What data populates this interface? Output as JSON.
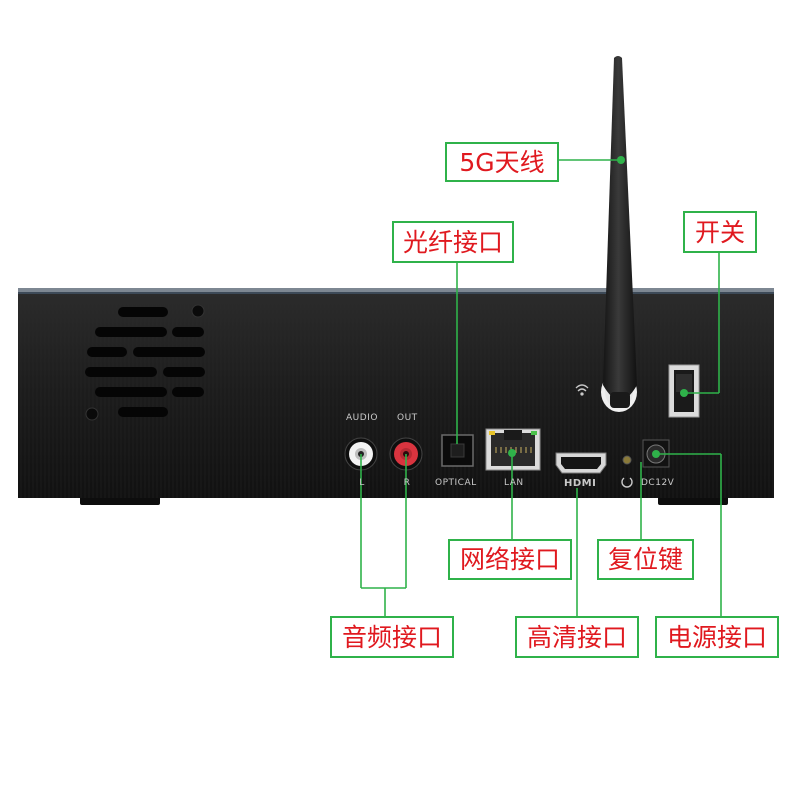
{
  "labels": {
    "antenna": "5G天线",
    "optical": "光纤接口",
    "switch": "开关",
    "network": "网络接口",
    "reset": "复位键",
    "audio": "音频接口",
    "hdmi": "高清接口",
    "power": "电源接口"
  },
  "device_text": {
    "audio": "AUDIO",
    "out": "OUT",
    "left": "L",
    "right": "R",
    "optical": "OPTICAL",
    "lan": "LAN",
    "hdmi": "HDMI",
    "dc": "DC12V"
  },
  "colors": {
    "label_border": "#2fb24a",
    "label_text": "#e0191f",
    "leader_line": "#2fb24a",
    "device_body": "#1a1a1a"
  }
}
